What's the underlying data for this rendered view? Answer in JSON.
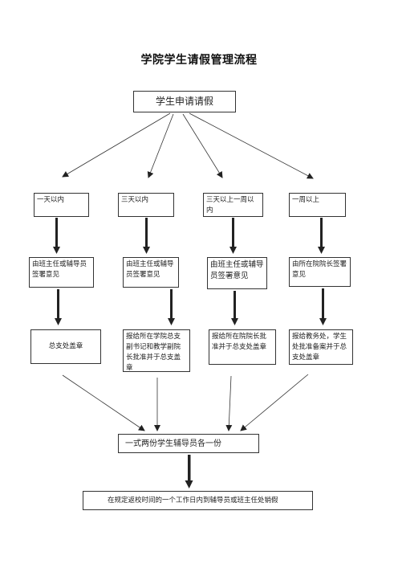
{
  "title": "学院学生请假管理流程",
  "start": "学生申请请假",
  "durations": [
    "一天以内",
    "三天以内",
    "三天以上一周以内",
    "一周以上"
  ],
  "approvals": [
    "由班主任或辅导员签署意见",
    "由班主任或辅导员签署意见",
    "由班主任或辅导员签署意见",
    "由所在院院长签署意见"
  ],
  "processing": [
    "总支处盖章",
    "报给所在学院总支副书记和教学副院长批准并于总支盖章",
    "报给所在院院长批准并于总支处盖章",
    "报给教务处，学生处批准备案并于总支处盖章"
  ],
  "copies": "一式两份学生辅导员各一份",
  "final": "在规定返校时间的一个工作日内到辅导员或班主任处销假"
}
